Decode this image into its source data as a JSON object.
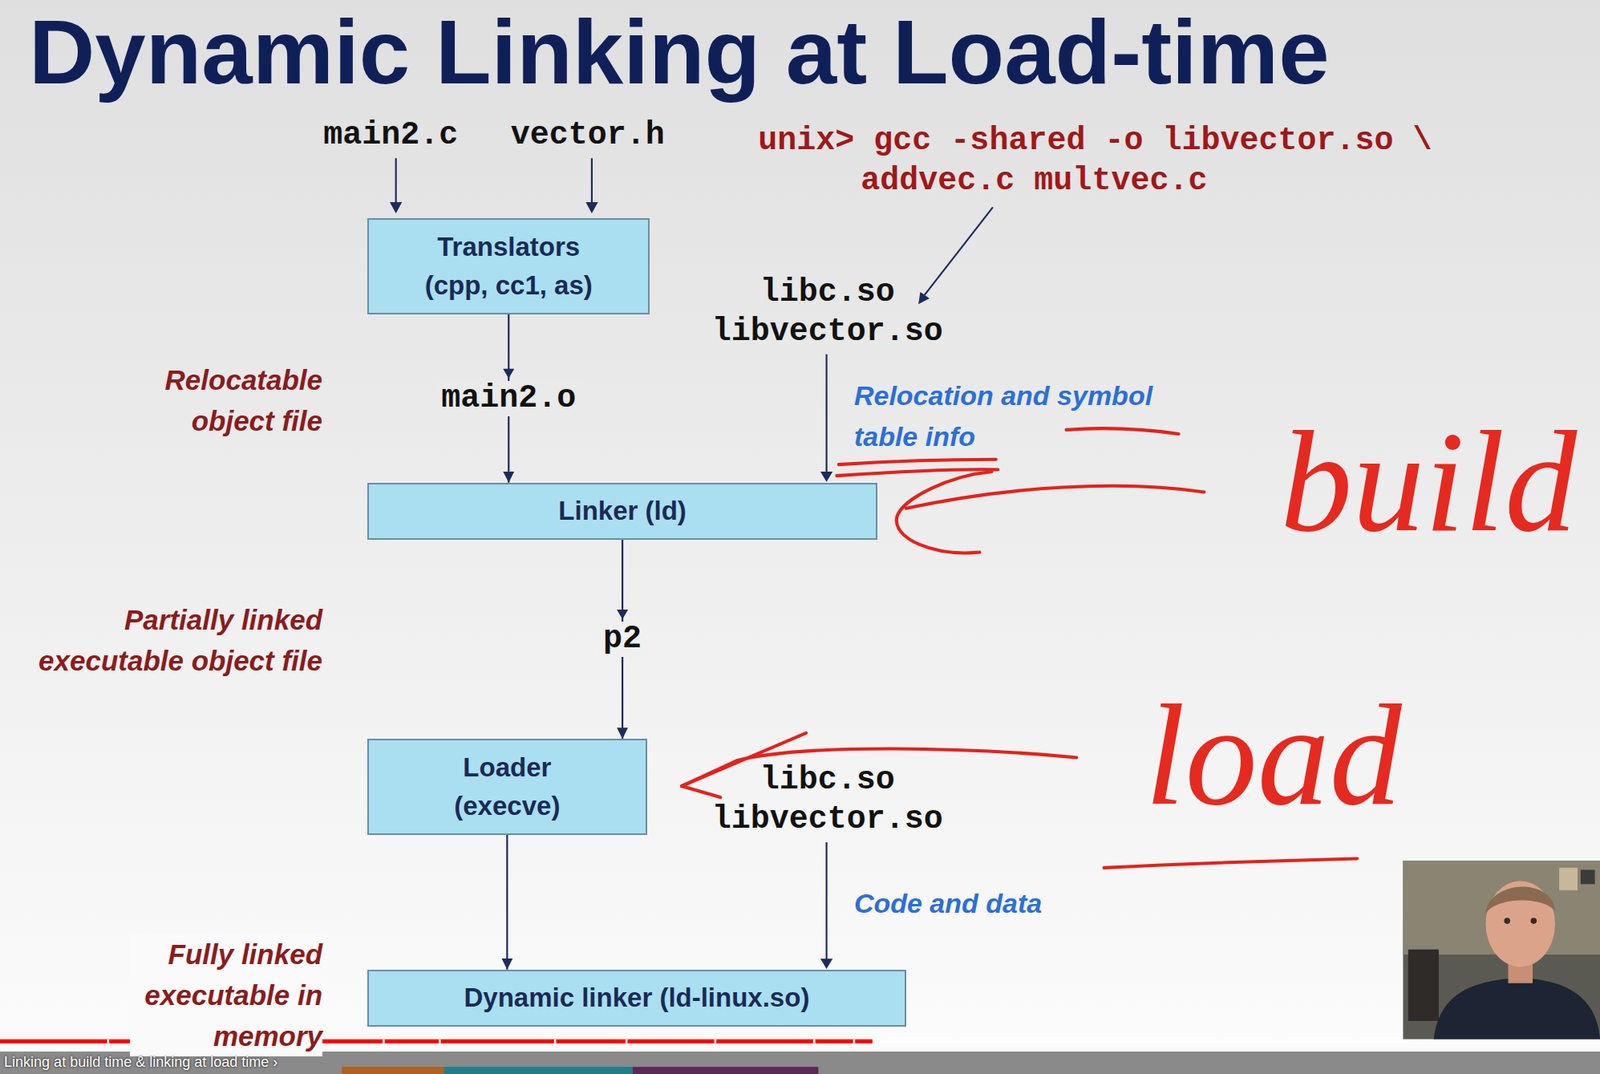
{
  "diagram": {
    "title": "Dynamic Linking at Load-time",
    "nodes": [
      {
        "text": [
          "Translators",
          "(cpp, cc1, as)"
        ]
      },
      {
        "text": [
          "Linker (ld)"
        ]
      },
      {
        "text": [
          "Loader",
          "(execve)"
        ]
      },
      {
        "text": [
          "Dynamic linker (ld-linux.so)"
        ]
      }
    ],
    "edges": [
      {
        "from": 0,
        "to": 1,
        "label": "main2.o",
        "arrow": "to"
      },
      {
        "from": 1,
        "to": 2,
        "label": "p2",
        "arrow": "to"
      },
      {
        "from": 2,
        "to": 3,
        "arrow": "to"
      }
    ],
    "labels": [
      "main2.c",
      "vector.h",
      "unix> gcc -shared -o libvector.so \\ addvec.c multvec.c",
      "libc.so",
      "libvector.so",
      "Relocatable object file",
      "Relocation and symbol table info",
      "build",
      "Partially linked executable object file",
      "libc.so",
      "libvector.so",
      "load",
      "Code and data",
      "Fully linked executable in memory",
      "Linking at build time & linking at load time ›"
    ]
  }
}
